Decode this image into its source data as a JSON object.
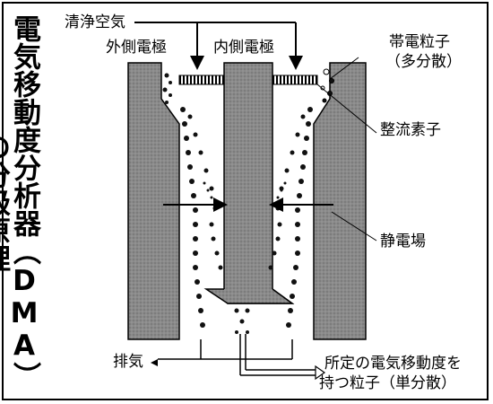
{
  "title": "電気移動度分析器（DMA）の分級原理",
  "labels": {
    "clean_air": "清浄空気",
    "outer_electrode": "外側電極",
    "inner_electrode": "内側電極",
    "charged_particles_line1": "帯電粒子",
    "charged_particles_line2": "（多分散）",
    "rectifier": "整流素子",
    "electrostatic_field": "静電場",
    "exhaust": "排気",
    "output_line1": "所定の電気移動度を",
    "output_line2": "持つ粒子（単分散）"
  },
  "colors": {
    "electrode_fill": "#8c8c8c",
    "particle": "#111111",
    "line": "#000000"
  }
}
